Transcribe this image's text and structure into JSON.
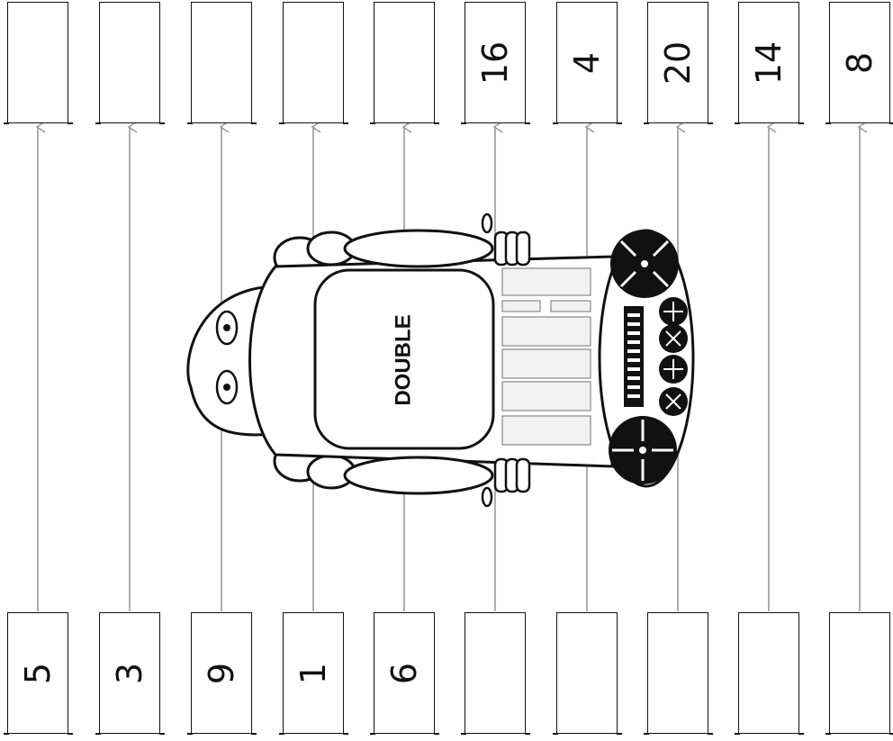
{
  "robot": {
    "label": "DOUBLE"
  },
  "inputs": [
    {
      "value": "5"
    },
    {
      "value": "3"
    },
    {
      "value": "9"
    },
    {
      "value": "1"
    },
    {
      "value": "6"
    },
    {
      "value": ""
    },
    {
      "value": ""
    },
    {
      "value": ""
    },
    {
      "value": ""
    },
    {
      "value": ""
    }
  ],
  "outputs": [
    {
      "value": ""
    },
    {
      "value": ""
    },
    {
      "value": ""
    },
    {
      "value": ""
    },
    {
      "value": ""
    },
    {
      "value": "16"
    },
    {
      "value": "4"
    },
    {
      "value": "20"
    },
    {
      "value": "14"
    },
    {
      "value": "8"
    }
  ],
  "colors": {
    "arrow": "#9a9a9a",
    "outline": "#111111",
    "panel_fill": "#f2f2f2"
  }
}
